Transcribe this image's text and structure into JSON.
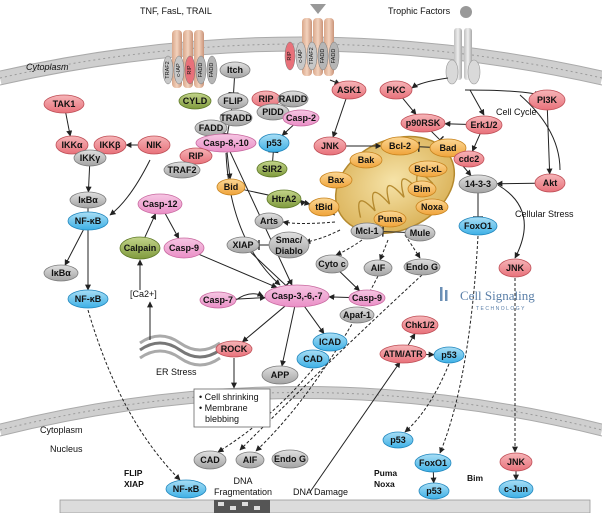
{
  "labels": {
    "tnf": "TNF, FasL, TRAIL",
    "trophic": "Trophic Factors",
    "cytoplasm_top": "Cytoplasm",
    "cell_cycle": "Cell Cycle",
    "cellular_stress": "Cellular Stress",
    "er_stress": "ER Stress",
    "ca": "[Ca2+]",
    "cytoplasm_bottom": "Cytoplasm",
    "nucleus": "Nucleus",
    "dna_frag_1": "DNA",
    "dna_frag_2": "Fragmentation",
    "dna_damage": "DNA Damage",
    "flip_xiap_1": "FLIP",
    "flip_xiap_2": "XIAP",
    "puma_noxa_1": "Puma",
    "puma_noxa_2": "Noxa",
    "bim_target": "Bim",
    "shrink_1": "Cell shrinking",
    "shrink_2": "Membrane",
    "shrink_3": "blebbing",
    "logo_main": "Cell Signaling",
    "logo_sub": "TECHNOLOGY"
  },
  "receptor_labels": {
    "r1": [
      "TRAF2",
      "c-IAP",
      "RIP",
      "FADD",
      "FADD"
    ],
    "r2": [
      "RIP",
      "c-IAP",
      "TRAF2",
      "FADD",
      "FADD"
    ]
  },
  "nodes": {
    "tak1": "TAK1",
    "ikka": "IKKα",
    "ikkb": "IKKβ",
    "ikkg": "IKKγ",
    "ikba1": "IκBα",
    "nfkb1": "NF-κB",
    "ikba2": "IκBα",
    "nfkb2": "NF-κB",
    "nik": "NIK",
    "cyld": "CYLD",
    "itch": "Itch",
    "flip": "FLIP",
    "fadd": "FADD",
    "tradd": "TRADD",
    "casp810": "Casp-8,-10",
    "rip": "RIP",
    "traf2": "TRAF2",
    "bid": "Bid",
    "casp12": "Casp-12",
    "calpain": "Calpain",
    "casp9a": "Casp-9",
    "rip_m": "RIP",
    "raidd": "RAIDD",
    "pidd": "PIDD",
    "casp2": "Casp-2",
    "p53a": "p53",
    "sir2": "SIR2",
    "ask1": "ASK1",
    "jnk1": "JNK",
    "pkc": "PKC",
    "p90rsk": "p90RSK",
    "erk12": "Erk1/2",
    "bcl2": "Bcl-2",
    "bad": "Bad",
    "cdc2": "cdc2",
    "pi3k": "PI3K",
    "akt": "Akt",
    "x1433": "14-3-3",
    "foxo1a": "FoxO1",
    "jnk2": "JNK",
    "bak": "Bak",
    "bax": "Bax",
    "bclxl": "Bcl-xL",
    "bim": "Bim",
    "noxa": "Noxa",
    "puma": "Puma",
    "tbid": "tBid",
    "mcl1": "Mcl-1",
    "mule": "Mule",
    "htra2": "HtrA2",
    "arts": "Arts",
    "xiap": "XIAP",
    "smac": "Smac/",
    "diablo": "Diablo",
    "cytoc": "Cyto c",
    "aif1": "AIF",
    "endog1": "Endo G",
    "casp7": "Casp-7",
    "casp367": "Casp-3,-6,-7",
    "casp9b": "Casp-9",
    "apaf1": "Apaf-1",
    "rock": "ROCK",
    "icad": "ICAD",
    "cad1": "CAD",
    "app": "APP",
    "chk12": "Chk1/2",
    "atmatr": "ATM/ATR",
    "p53b": "p53",
    "p53c": "p53",
    "foxo1b": "FoxO1",
    "p53d": "p53",
    "cad2": "CAD",
    "aif2": "AIF",
    "endog2": "Endo G",
    "nfkb3": "NF-κB",
    "jnk3": "JNK",
    "cjun": "c-Jun"
  },
  "colors": {
    "red": "#e8717a",
    "pink": "#ea8fc7",
    "blue": "#4cb8e8",
    "gray": "#b0b0b0",
    "orange": "#f5b04e",
    "green": "#8fa84a",
    "membrane": "#d4d4d4"
  }
}
